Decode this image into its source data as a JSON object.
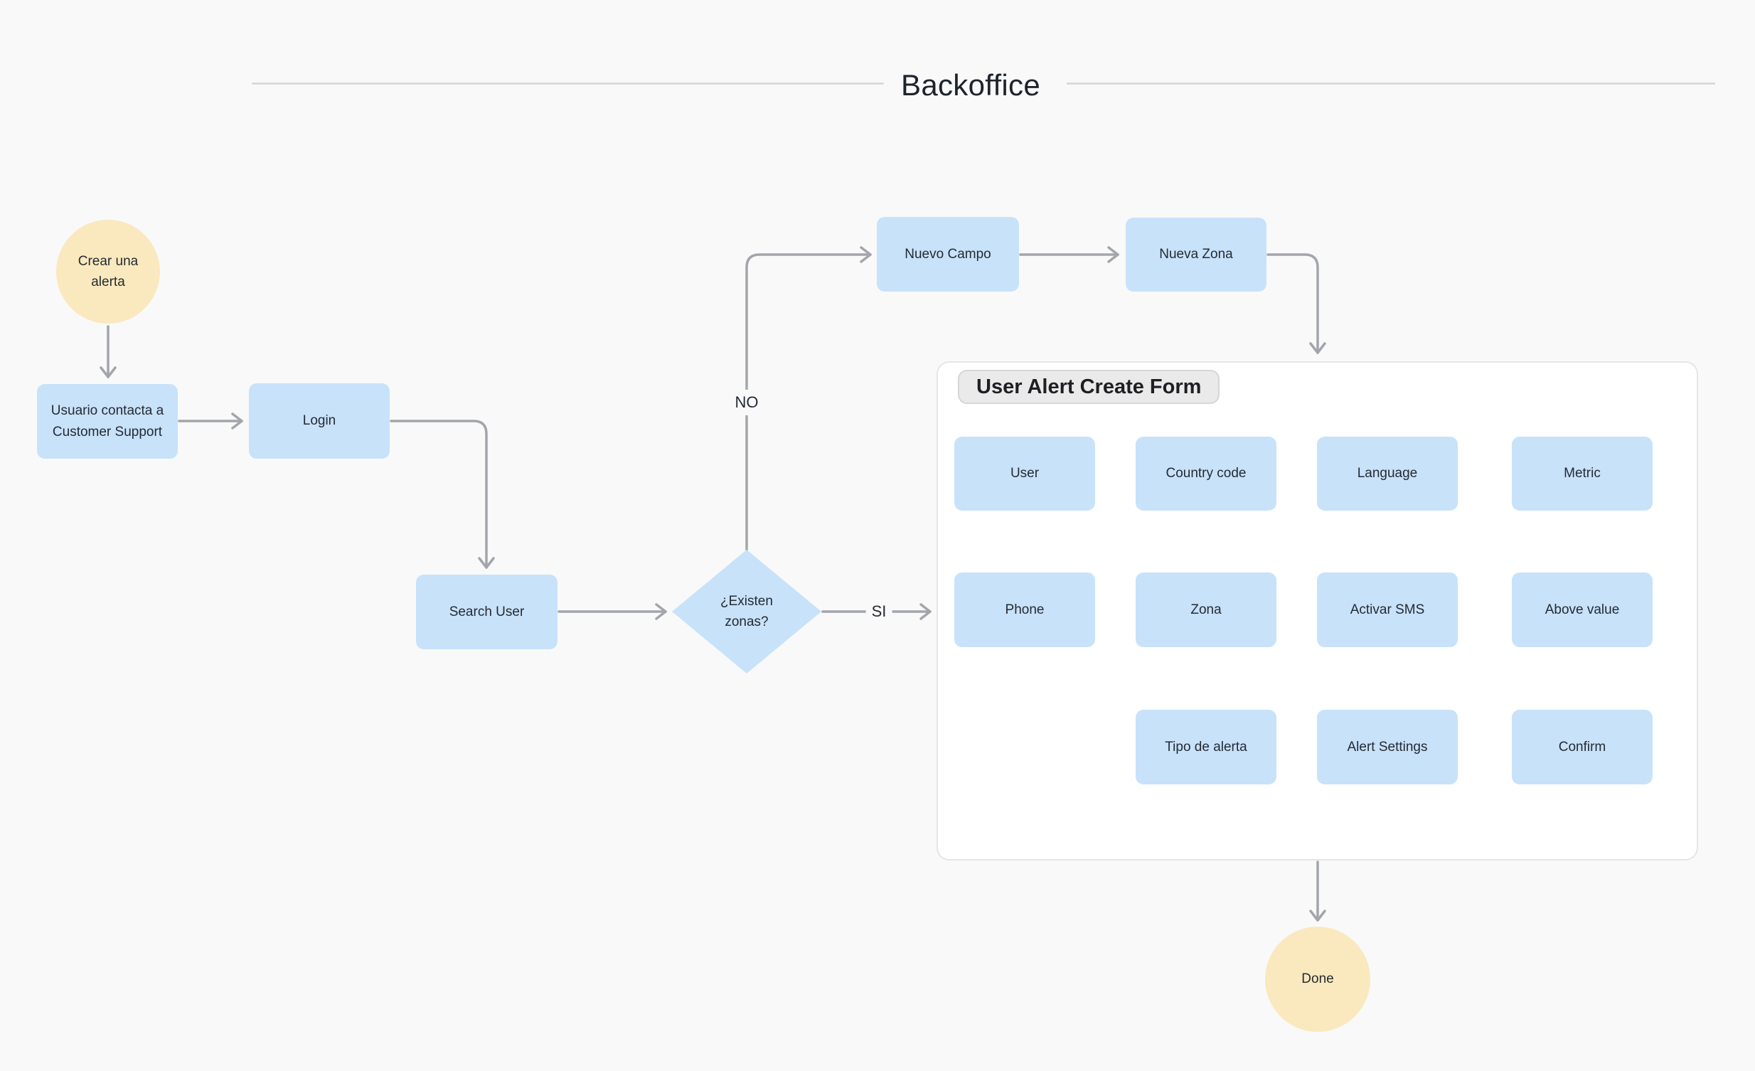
{
  "title": "Backoffice",
  "colors": {
    "background": "#F9F9F9",
    "node_blue": "#C8E2FA",
    "node_cream": "#FAE9BE",
    "edge_dark": "#A2A6AB",
    "edge_light": "#DBDBDB",
    "text": "#242B33",
    "container_bg": "#FFFFFF",
    "container_border": "#E6E6E6",
    "pill_bg": "#EAEAEA",
    "pill_border": "#D6D6D6",
    "rule": "#D9D9D9"
  },
  "flow": {
    "start": "Crear una alerta",
    "contact_support": "Usuario contacta a Customer Support",
    "login": "Login",
    "search_user": "Search User",
    "decision": "¿Existen zonas?",
    "label_no": "NO",
    "label_si": "SI",
    "nuevo_campo": "Nuevo Campo",
    "nueva_zona": "Nueva Zona",
    "done": "Done"
  },
  "form": {
    "title": "User Alert Create Form",
    "row1": [
      "User",
      "Country code",
      "Language",
      "Metric"
    ],
    "row2": [
      "Phone",
      "Zona",
      "Activar SMS",
      "Above value"
    ],
    "row3": [
      "Tipo de alerta",
      "Alert Settings",
      "Confirm"
    ]
  }
}
